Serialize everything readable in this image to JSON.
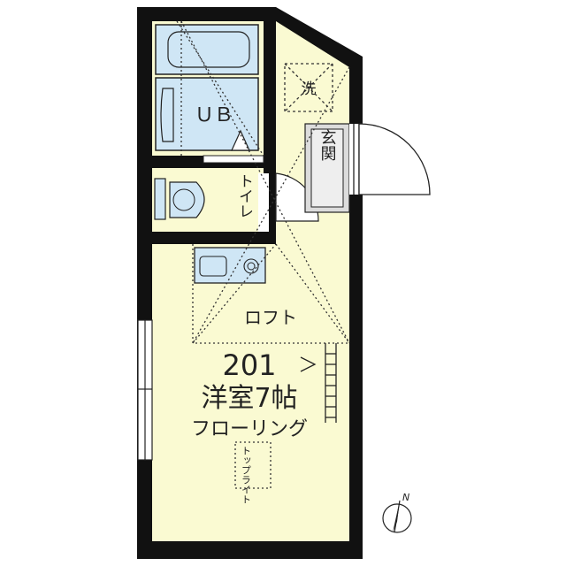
{
  "floorplan": {
    "labels": {
      "bath": "ＵＢ",
      "washer": "洗",
      "entrance": "玄関",
      "toilet": "トイレ",
      "loft": "ロフト",
      "room_number": "201",
      "room_type": "洋室7帖",
      "floor_type": "フローリング",
      "toplight": "トップライト",
      "north": "N"
    },
    "colors": {
      "wall": "#111111",
      "room_fill": "#fafad2",
      "wet_fill": "#cfe6f5",
      "entrance_fill": "#dcdcdc",
      "line": "#222222"
    }
  }
}
